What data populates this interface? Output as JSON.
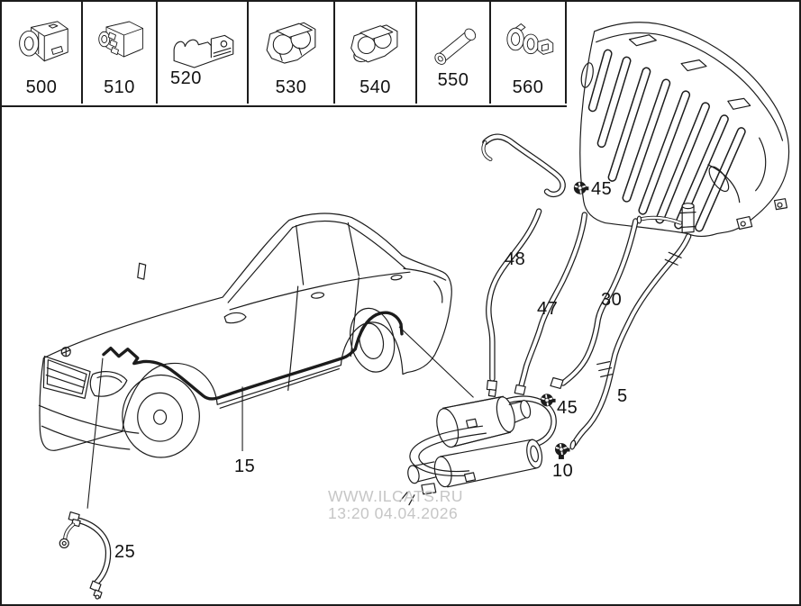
{
  "parts_strip": {
    "cells": [
      {
        "label": "500",
        "icon": "grommet-holder-icon"
      },
      {
        "label": "510",
        "icon": "rubber-block-icon"
      },
      {
        "label": "520",
        "icon": "double-saddle-clamp-icon"
      },
      {
        "label": "530",
        "icon": "twin-tube-clamp-icon"
      },
      {
        "label": "540",
        "icon": "twin-tube-clamp-2-icon"
      },
      {
        "label": "550",
        "icon": "sleeve-tube-icon"
      },
      {
        "label": "560",
        "icon": "double-ring-clamp-icon"
      }
    ]
  },
  "diagram": {
    "callouts": [
      {
        "id": "45-tank",
        "label": "45"
      },
      {
        "id": "48",
        "label": "48"
      },
      {
        "id": "47",
        "label": "47"
      },
      {
        "id": "30",
        "label": "30"
      },
      {
        "id": "5",
        "label": "5"
      },
      {
        "id": "45-filter",
        "label": "45"
      },
      {
        "id": "10",
        "label": "10"
      },
      {
        "id": "15",
        "label": "15"
      },
      {
        "id": "25",
        "label": "25"
      }
    ]
  },
  "watermark": {
    "line1": "WWW.ILCATS.RU",
    "line2": "13:20 04.04.2026"
  },
  "colors": {
    "line": "#1c1c1c",
    "background": "#ffffff",
    "watermark": "#c6c6c6"
  }
}
